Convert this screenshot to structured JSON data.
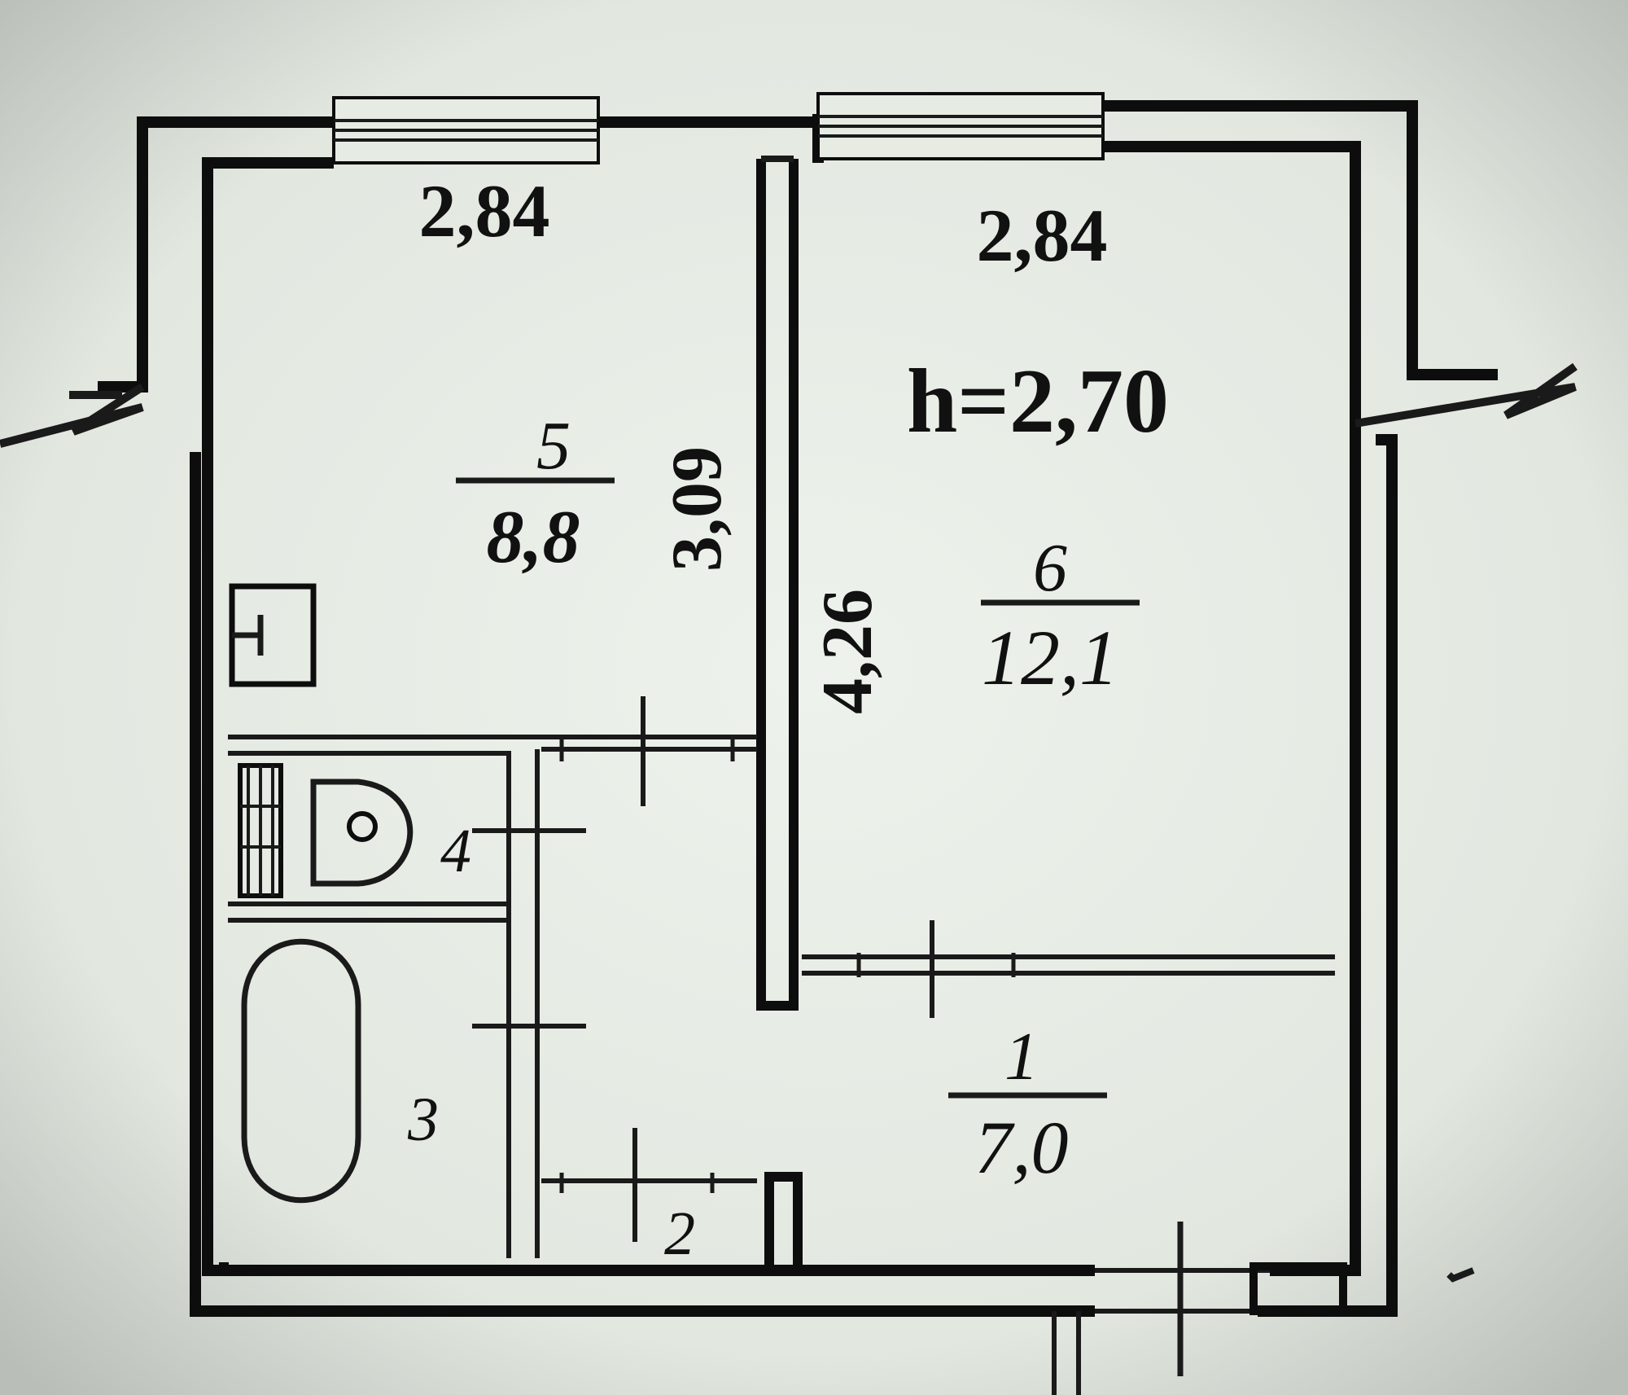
{
  "plan": {
    "ceiling_height": "h=2,70",
    "dimensions": {
      "kitchen_width": "2,84",
      "room_width": "2,84",
      "kitchen_length": "3,09",
      "room_length": "4,26"
    },
    "rooms": [
      {
        "number": "5",
        "area": "8,8"
      },
      {
        "number": "6",
        "area": "12,1"
      },
      {
        "number": "1",
        "area": "7,0"
      },
      {
        "number": "4"
      },
      {
        "number": "3"
      },
      {
        "number": "2"
      }
    ]
  },
  "colors": {
    "paper": "#e6ebe4",
    "ink": "#0d0d0d",
    "photo_border": "#c9cec8"
  }
}
